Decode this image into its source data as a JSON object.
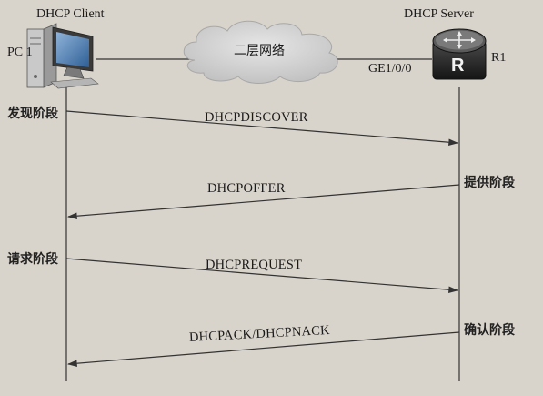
{
  "client": {
    "title": "DHCP Client",
    "label": "PC 1"
  },
  "server": {
    "title": "DHCP Server",
    "label": "R1",
    "interface": "GE1/0/0",
    "router_glyph": "R"
  },
  "network": {
    "label": "二层网络"
  },
  "phases": {
    "discover": "发现阶段",
    "offer": "提供阶段",
    "request": "请求阶段",
    "ack": "确认阶段"
  },
  "messages": {
    "discover": "DHCPDISCOVER",
    "offer": "DHCPOFFER",
    "request": "DHCPREQUEST",
    "ack": "DHCPACK/DHCPNACK"
  },
  "icons": {
    "client": "computer-icon",
    "server": "router-icon",
    "network": "cloud-icon"
  },
  "colors": {
    "background": "#d9d4cb",
    "line": "#333333",
    "router_body": "#2a2a2a",
    "cloud": "#d3d3d3"
  }
}
